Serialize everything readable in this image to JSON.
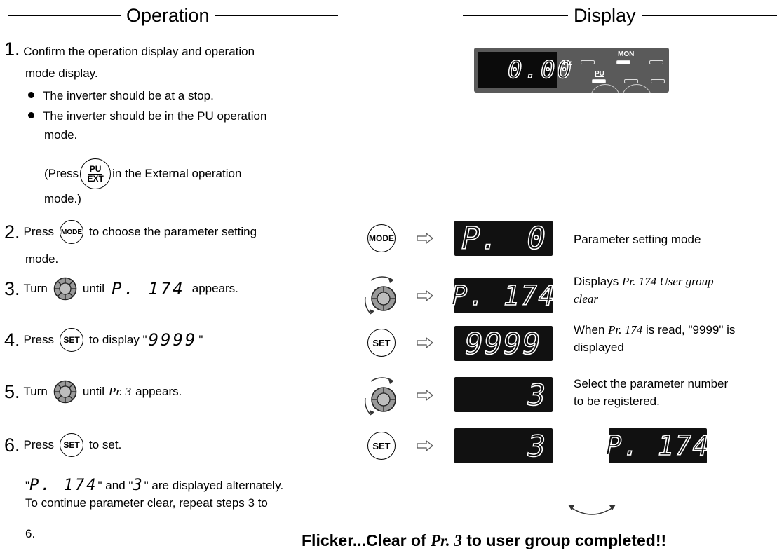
{
  "headers": {
    "operation": "Operation",
    "display": "Display"
  },
  "steps": [
    {
      "num": "1.",
      "text_a": "Confirm the operation display and operation",
      "text_b": "mode display."
    },
    {
      "num": "2.",
      "text_a_pre": "Press",
      "text_a_post": "to choose the parameter setting",
      "text_b": "mode."
    },
    {
      "num": "3.",
      "pre": "Turn",
      "mid": "until",
      "post": "appears."
    },
    {
      "num": "4.",
      "pre": "Press",
      "post_pre": "to display \"",
      "post_post": "\""
    },
    {
      "num": "5.",
      "pre": "Turn",
      "mid": "until",
      "pr": "Pr. 3",
      "post": "appears."
    },
    {
      "num": "6.",
      "pre": "Press",
      "post": "to set."
    }
  ],
  "bullets": [
    "The inverter should be at a stop.",
    "The inverter should be in the PU operation",
    "mode."
  ],
  "pu_note": {
    "pre": "(Press",
    "post": "in the External operation",
    "line2": "mode.)"
  },
  "step6_note": {
    "line1_mid": "\" and \"",
    "line1_post": "\" are displayed alternately.",
    "line2": "To continue parameter clear, repeat steps 3 to",
    "line3": "6."
  },
  "keys": {
    "mode": "MODE",
    "set": "SET",
    "pu": "PU",
    "ext": "EXT"
  },
  "segments": {
    "freq": "0.00",
    "p0_p": "P.",
    "p0_0": "0",
    "p174": "P. 174",
    "nines": "9999",
    "three": "3"
  },
  "panel_labels": {
    "hz": "Hz",
    "mon": "MON",
    "pu": "PU"
  },
  "descs": {
    "d2": "Parameter setting mode",
    "d3_pre": "Displays",
    "d3_italic_a": "Pr. 174 User group",
    "d3_italic_b": "clear",
    "d4_pre": "When",
    "d4_italic": "Pr. 174",
    "d4_post": "is read, \"9999\" is",
    "d4_line2": "displayed",
    "d5_a": "Select the parameter number",
    "d5_b": "to be registered."
  },
  "flicker": {
    "pre": "Flicker...Clear of",
    "italic": "Pr. 3",
    "post": "to user group completed!!"
  }
}
